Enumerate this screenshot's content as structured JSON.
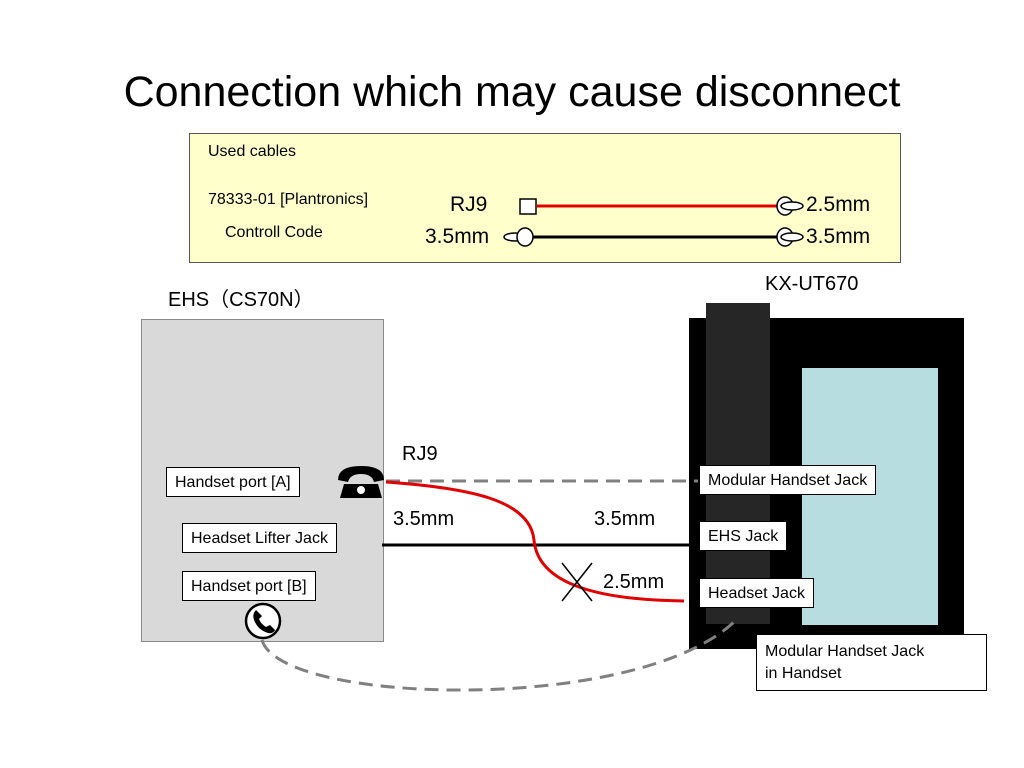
{
  "title": "Connection which may cause disconnect",
  "cables_box": {
    "heading": "Used cables",
    "cable_name": "78333-01 [Plantronics]",
    "control_code": "Controll Code",
    "rj9_label": "RJ9",
    "left_35_label": "3.5mm",
    "right_25_label": "2.5mm",
    "right_35_label": "3.5mm"
  },
  "ehs": {
    "title": "EHS（CS70N）",
    "handset_port_a": "Handset port [A]",
    "headset_lifter_jack": "Headset Lifter Jack",
    "handset_port_b": "Handset port [B]"
  },
  "kx": {
    "title": "KX-UT670",
    "modular_handset_jack": "Modular Handset  Jack",
    "ehs_jack": "EHS  Jack",
    "headset_jack": "Headset  Jack",
    "modular_handset_jack_in_handset_line1": "Modular Handset  Jack",
    "modular_handset_jack_in_handset_line2": "in Handset"
  },
  "connections": {
    "rj9": "RJ9",
    "left_35": "3.5mm",
    "right_35": "3.5mm",
    "disconnected_25": "2.5mm"
  },
  "colors": {
    "red_cable": "#e00000",
    "dashed_cable": "#808080",
    "cables_box_bg": "#ffffcc",
    "ehs_bg": "#d9d9d9",
    "kx_screen": "#b7dde1"
  },
  "icons": [
    "telephone-icon",
    "phone-circle-icon",
    "plug-icon",
    "rj9-connector-icon",
    "cross-mark-icon"
  ]
}
